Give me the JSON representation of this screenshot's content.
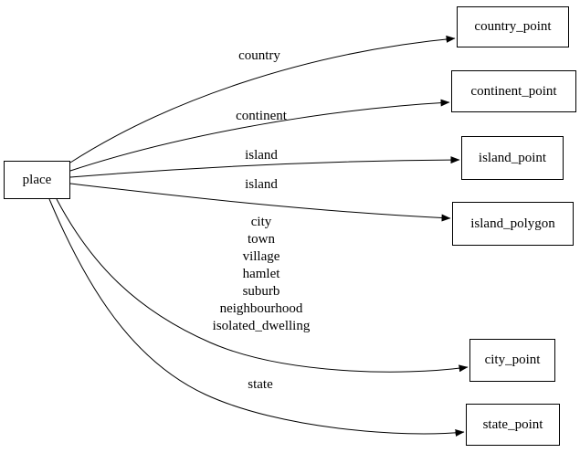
{
  "diagram": {
    "background_color": "#ffffff",
    "line_color": "#000000",
    "text_color": "#000000",
    "nodes": [
      {
        "id": "place",
        "label": "place"
      },
      {
        "id": "country_point",
        "label": "country_point"
      },
      {
        "id": "continent_point",
        "label": "continent_point"
      },
      {
        "id": "island_point",
        "label": "island_point"
      },
      {
        "id": "island_polygon",
        "label": "island_polygon"
      },
      {
        "id": "city_point",
        "label": "city_point"
      },
      {
        "id": "state_point",
        "label": "state_point"
      }
    ],
    "edges": [
      {
        "from": "place",
        "to": "country_point",
        "label": "country"
      },
      {
        "from": "place",
        "to": "continent_point",
        "label": "continent"
      },
      {
        "from": "place",
        "to": "island_point",
        "label": "island"
      },
      {
        "from": "place",
        "to": "island_polygon",
        "label": "island"
      },
      {
        "from": "place",
        "to": "city_point",
        "label": "city\ntown\nvillage\nhamlet\nsuburb\nneighbourhood\nisolated_dwelling"
      },
      {
        "from": "place",
        "to": "state_point",
        "label": "state"
      }
    ]
  }
}
